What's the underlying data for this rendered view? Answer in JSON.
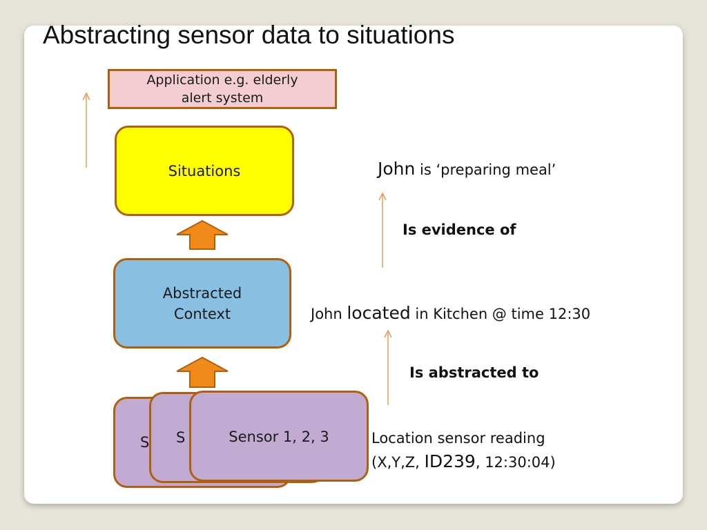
{
  "title": "Abstracting sensor data to situations",
  "boxes": {
    "application": [
      "Application e.g. elderly",
      "alert system"
    ],
    "situations": "Situations",
    "abstracted_context": [
      "Abstracted",
      "Context"
    ],
    "sensor_back1": "S",
    "sensor_back2": "S",
    "sensor_front": "Sensor 1, 2, 3"
  },
  "annotations": {
    "situation_john": "John",
    "situation_rest": " is ‘preparing meal’",
    "evidence": "Is evidence of",
    "context_john": "John ",
    "context_located": "located",
    "context_rest": " in Kitchen @ time 12:30",
    "abstracted_to": "Is abstracted to",
    "reading_line1": "Location sensor reading",
    "reading_xyz": "(X,Y,Z, ",
    "reading_id": "ID239",
    "reading_time": ", 12:30:04)"
  },
  "colors": {
    "application": "#f3cdd1",
    "situations": "#ffff00",
    "abstracted_context": "#88bfe2",
    "sensor": "#c1abd2",
    "border": "#b0600d",
    "block_arrow": "#f08a18",
    "thin_arrow": "#f09a50"
  }
}
